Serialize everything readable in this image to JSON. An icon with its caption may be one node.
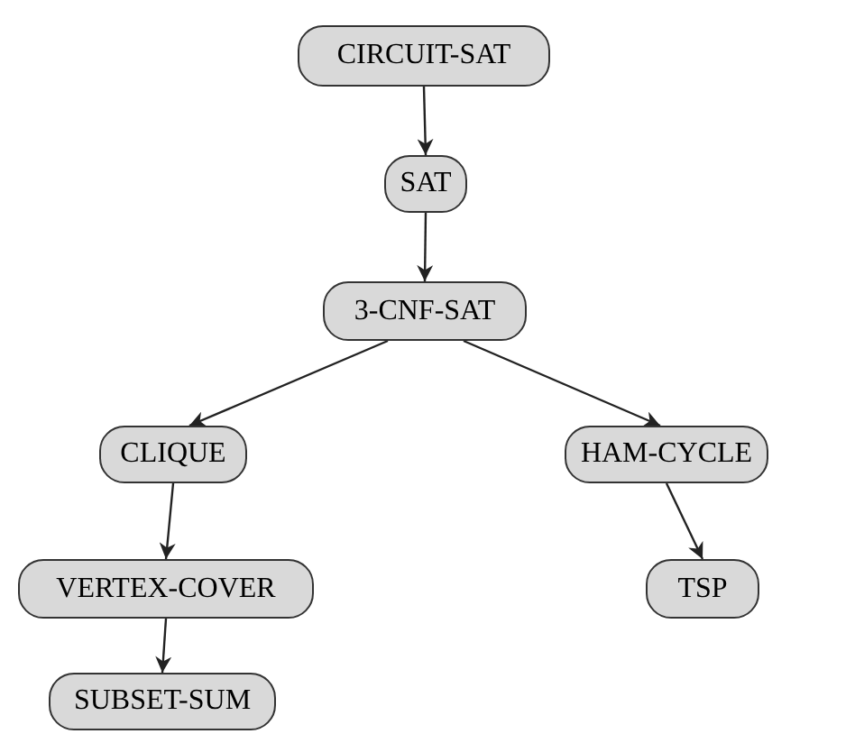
{
  "diagram": {
    "nodes": [
      {
        "text": [
          "CIRCUIT-SAT"
        ]
      },
      {
        "text": [
          "SAT"
        ]
      },
      {
        "text": [
          "3-CNF-SAT"
        ]
      },
      {
        "text": [
          "CLIQUE"
        ]
      },
      {
        "text": [
          "HAM-CYCLE"
        ]
      },
      {
        "text": [
          "VERTEX-COVER"
        ]
      },
      {
        "text": [
          "TSP"
        ]
      },
      {
        "text": [
          "SUBSET-SUM"
        ]
      }
    ],
    "edges": [
      {
        "from": 0,
        "to": 1,
        "arrow": "to"
      },
      {
        "from": 1,
        "to": 2,
        "arrow": "to"
      },
      {
        "from": 2,
        "to": 3,
        "arrow": "to"
      },
      {
        "from": 2,
        "to": 4,
        "arrow": "to"
      },
      {
        "from": 3,
        "to": 5,
        "arrow": "to"
      },
      {
        "from": 4,
        "to": 6,
        "arrow": "to"
      },
      {
        "from": 5,
        "to": 7,
        "arrow": "to"
      }
    ]
  }
}
